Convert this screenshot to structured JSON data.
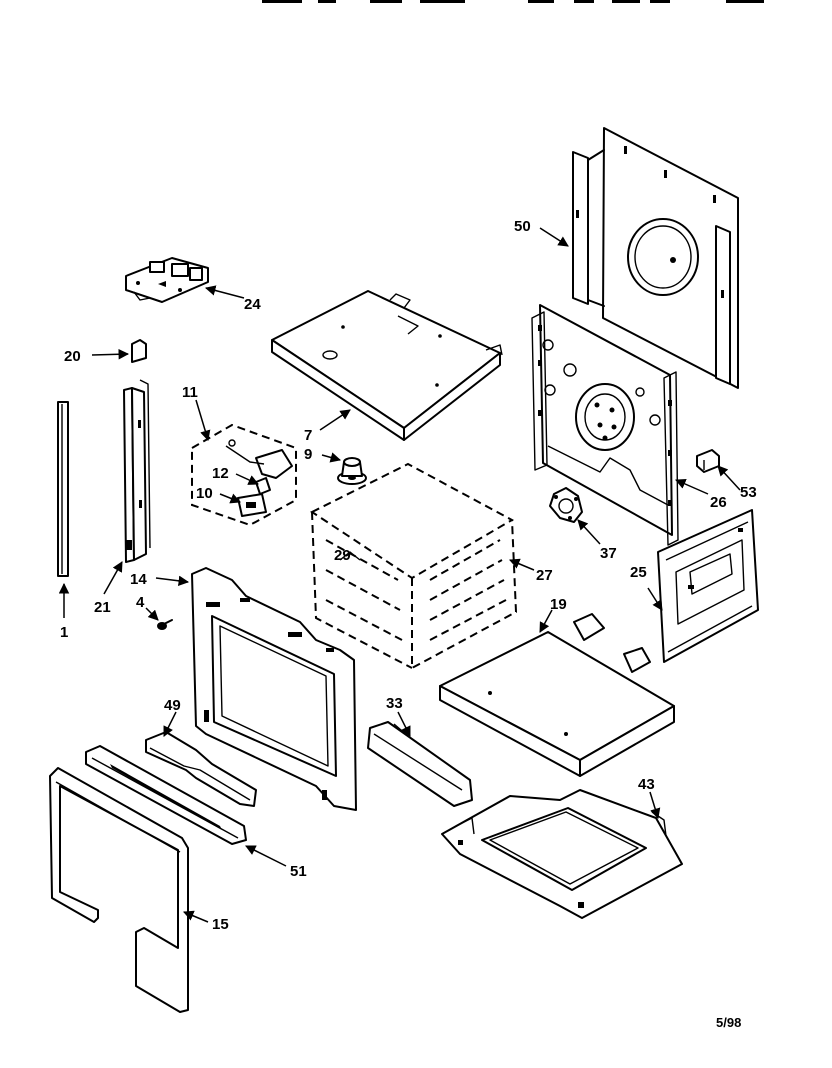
{
  "diagram": {
    "date_code": "5/98",
    "part_labels": {
      "p1": "1",
      "p4": "4",
      "p7": "7",
      "p9": "9",
      "p10": "10",
      "p11": "11",
      "p12": "12",
      "p14": "14",
      "p15": "15",
      "p19": "19",
      "p20": "20",
      "p21": "21",
      "p24": "24",
      "p25": "25",
      "p26": "26",
      "p27": "27",
      "p29": "29",
      "p33": "33",
      "p37": "37",
      "p43": "43",
      "p49": "49",
      "p50": "50",
      "p51": "51",
      "p53": "53"
    }
  }
}
